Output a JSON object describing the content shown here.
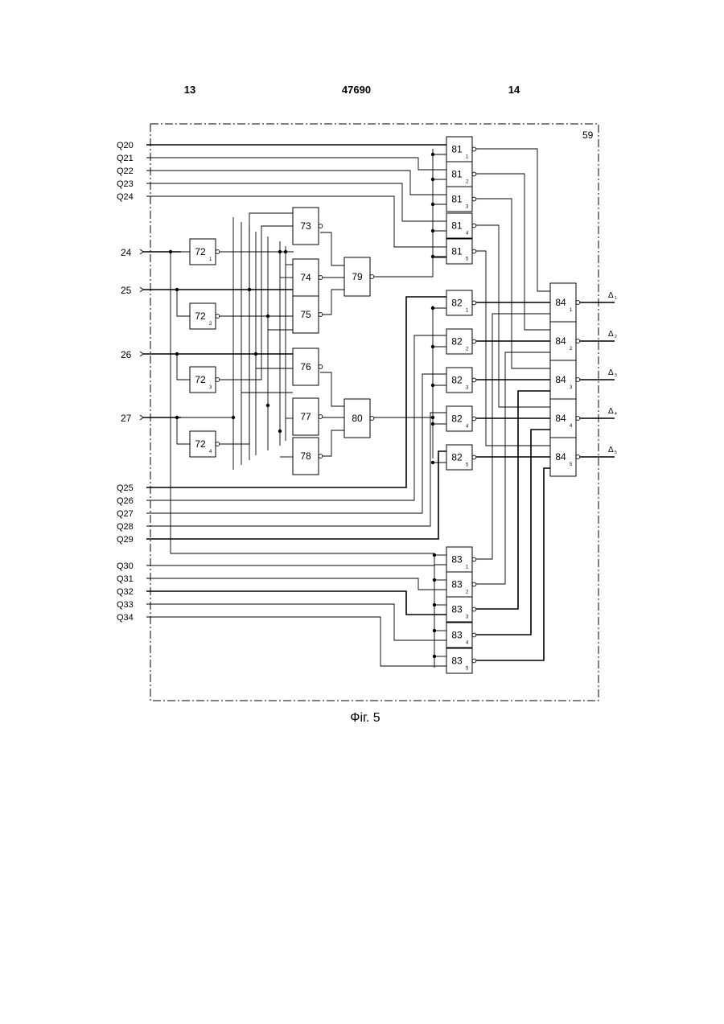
{
  "header": {
    "page_left": "13",
    "patent_number": "47690",
    "page_right": "14"
  },
  "diagram": {
    "frame_label": "59",
    "inputs_top": [
      "Q20",
      "Q21",
      "Q22",
      "Q23",
      "Q24"
    ],
    "inputs_middle": [
      "Q25",
      "Q26",
      "Q27",
      "Q28",
      "Q29"
    ],
    "inputs_bottom": [
      "Q30",
      "Q31",
      "Q32",
      "Q33",
      "Q34"
    ],
    "terminals": [
      "24",
      "25",
      "26",
      "27"
    ],
    "inverters": [
      {
        "label": "72",
        "sub": "1"
      },
      {
        "label": "72",
        "sub": "2"
      },
      {
        "label": "72",
        "sub": "3"
      },
      {
        "label": "72",
        "sub": "4"
      }
    ],
    "gates_a": [
      "73",
      "74",
      "75"
    ],
    "gates_b": [
      "76",
      "77",
      "78"
    ],
    "gate_or_a": "79",
    "gate_or_b": "80",
    "group_81": {
      "label": "81",
      "subs": [
        "1",
        "2",
        "3",
        "4",
        "5"
      ]
    },
    "group_82": {
      "label": "82",
      "subs": [
        "1",
        "2",
        "3",
        "4",
        "5"
      ]
    },
    "group_83": {
      "label": "83",
      "subs": [
        "1",
        "2",
        "3",
        "4",
        "5"
      ]
    },
    "group_84": {
      "label": "84",
      "subs": [
        "1",
        "2",
        "3",
        "4",
        "5"
      ]
    },
    "outputs": [
      {
        "symbol": "Δ",
        "sub": "1"
      },
      {
        "symbol": "Δ",
        "sub": "2"
      },
      {
        "symbol": "Δ",
        "sub": "3"
      },
      {
        "symbol": "Δ",
        "sub": "4"
      },
      {
        "symbol": "Δ",
        "sub": "5"
      }
    ]
  },
  "caption": "Фіг. 5"
}
